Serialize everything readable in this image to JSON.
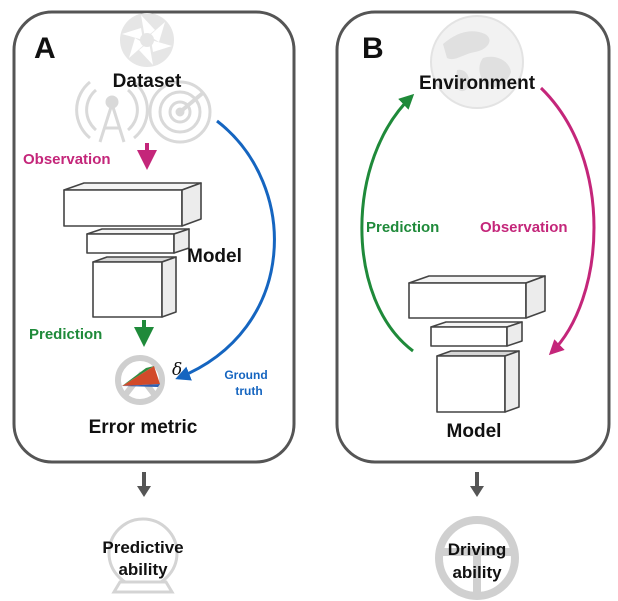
{
  "panel_a": {
    "letter": "A",
    "dataset_label": "Dataset",
    "observation_label": "Observation",
    "model_label": "Model",
    "prediction_label": "Prediction",
    "ground_truth_line1": "Ground",
    "ground_truth_line2": "truth",
    "delta_symbol": "δ",
    "error_metric_label": "Error metric",
    "outcome_line1": "Predictive",
    "outcome_line2": "ability"
  },
  "panel_b": {
    "letter": "B",
    "environment_label": "Environment",
    "prediction_label": "Prediction",
    "observation_label": "Observation",
    "model_label": "Model",
    "outcome_line1": "Driving",
    "outcome_line2": "ability"
  },
  "colors": {
    "observation": "#c4267a",
    "prediction": "#1f8a3a",
    "ground_truth": "#1565c0",
    "panel_border": "#555555",
    "down_arrow": "#555555",
    "icon_gray": "#cfcfcf",
    "delta_red": "#d24a2a",
    "delta_green": "#2e8b3e",
    "delta_blue": "#2f5fb0"
  }
}
